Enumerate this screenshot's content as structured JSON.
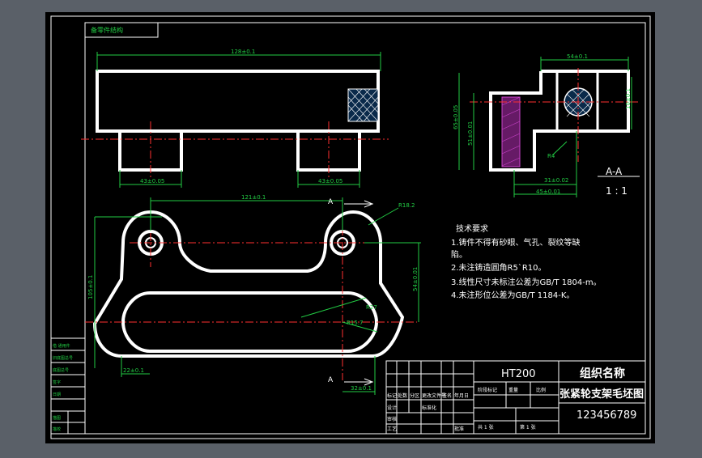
{
  "colors": {
    "background": "#5a6068",
    "sheet": "#000000",
    "outline": "#ffffff",
    "dimension": "#22cc44",
    "centerline": "#ff3030",
    "hatch": "#cc44cc"
  },
  "top_left_label": "备零件结构",
  "top_view": {
    "overall_length": "128±0.1",
    "left_width": "43±0.05",
    "right_width": "43±0.05"
  },
  "section_view": {
    "top_width": "54±0.1",
    "height_a": "65±0.05",
    "height_b": "51±0.01",
    "right_side": "10±0.1",
    "radius": "R4",
    "bottom_a": "31±0.02",
    "bottom_b": "45±0.01",
    "name": "A-A",
    "scale": "1 : 1"
  },
  "front_view": {
    "top_dim": "121±0.1",
    "left_height": "105±0.1",
    "right_height": "54±0.01",
    "bottom_left": "22±0.1",
    "bottom_right": "32±0.1",
    "r_top": "R18.2",
    "r_mid": "R27",
    "r_inner": "R15.7",
    "section_label_top": "A",
    "section_label_bottom": "A"
  },
  "notes": {
    "heading": "技术要求",
    "lines": [
      "1.铸件不得有砂眼、气孔、裂纹等缺",
      "陷。",
      "2.未注铸造圆角R5`R10。",
      "3.线性尺寸未标注公差为GB/T 1804-m。",
      "4.未注形位公差为GB/T 1184-K。"
    ]
  },
  "title_block": {
    "material": "HT200",
    "organization": "组织名称",
    "drawing_title": "张紧轮支架毛坯图",
    "drawing_number": "123456789",
    "small_fields": [
      "标记",
      "处数",
      "分区",
      "更改文件号",
      "签名",
      "年月日",
      "设计",
      "标准化",
      "审核",
      "工艺",
      "批准",
      "阶段标记",
      "重量",
      "比例",
      "共 1 张",
      "第 1 张"
    ]
  },
  "left_table_labels": [
    "借 通用件",
    "旧底图总号",
    "底图总号",
    "签字",
    "日期",
    "描图",
    "描校"
  ]
}
